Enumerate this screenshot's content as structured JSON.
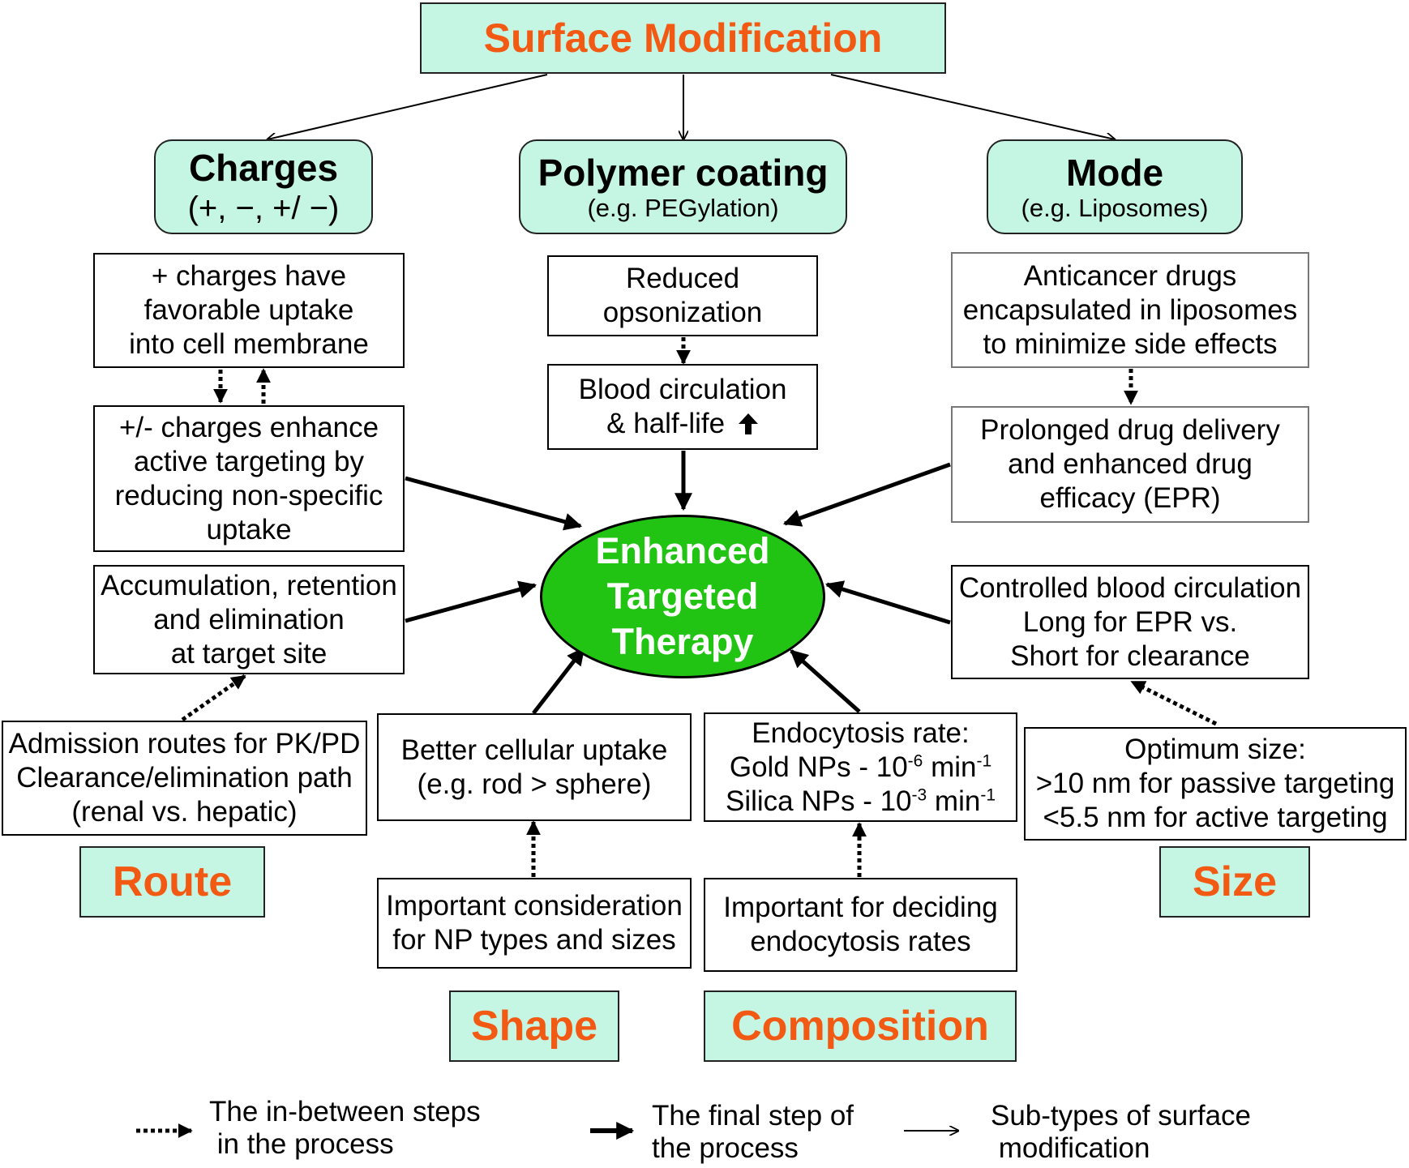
{
  "title": "Surface Modification",
  "subtypes": {
    "charges": {
      "title": "Charges",
      "subtitle": "(+, −, +/ −)"
    },
    "polymer": {
      "title": "Polymer coating",
      "subtitle": "(e.g. PEGylation)"
    },
    "mode": {
      "title": "Mode",
      "subtitle": "(e.g. Liposomes)"
    }
  },
  "center": [
    "Enhanced",
    "Targeted",
    "Therapy"
  ],
  "boxes": {
    "charges_uptake": [
      "+ charges have",
      "favorable uptake",
      "into cell membrane"
    ],
    "charges_targeting": [
      "+/- charges enhance",
      "active targeting by",
      "reducing non-specific",
      "uptake"
    ],
    "reduced_opsonization": [
      "Reduced",
      "opsonization"
    ],
    "blood_circulation": [
      "Blood circulation",
      "& half-life"
    ],
    "anticancer": [
      "Anticancer drugs",
      "encapsulated in liposomes",
      "to minimize side effects"
    ],
    "prolonged": [
      "Prolonged drug delivery",
      "and enhanced drug",
      "efficacy (EPR)"
    ],
    "accumulation": [
      "Accumulation, retention",
      "and elimination",
      "at target site"
    ],
    "admission": [
      "Admission routes for PK/PD",
      "Clearance/elimination path",
      "(renal vs. hepatic)"
    ],
    "cellular_uptake": [
      "Better cellular uptake",
      "(e.g. rod > sphere)"
    ],
    "shape_consideration": [
      "Important consideration",
      "for NP types and sizes"
    ],
    "endocytosis": {
      "line1": "Endocytosis rate:",
      "gold_prefix": "Gold NPs - 10",
      "gold_exp": "-6",
      "gold_unit": " min",
      "gold_unit_exp": "-1",
      "silica_prefix": "Silica NPs - 10",
      "silica_exp": "-3",
      "silica_unit": " min",
      "silica_unit_exp": "-1"
    },
    "composition_importance": [
      "Important for deciding",
      "endocytosis rates"
    ],
    "controlled": [
      "Controlled blood circulation",
      "Long for EPR vs.",
      "Short for clearance"
    ],
    "optimum_size": [
      "Optimum size:",
      ">10 nm for passive targeting",
      "<5.5 nm for active targeting"
    ]
  },
  "categories": {
    "route": "Route",
    "shape": "Shape",
    "composition": "Composition",
    "size": "Size"
  },
  "legend": {
    "dotted": [
      "The in-between steps",
      " in the process"
    ],
    "bold": [
      "The final step of",
      "the process"
    ],
    "thin": [
      "Sub-types of surface",
      " modification"
    ]
  },
  "colors": {
    "accent_text": "#f25a14",
    "box_fill": "#c5f5e3",
    "center_fill": "#22c414"
  }
}
